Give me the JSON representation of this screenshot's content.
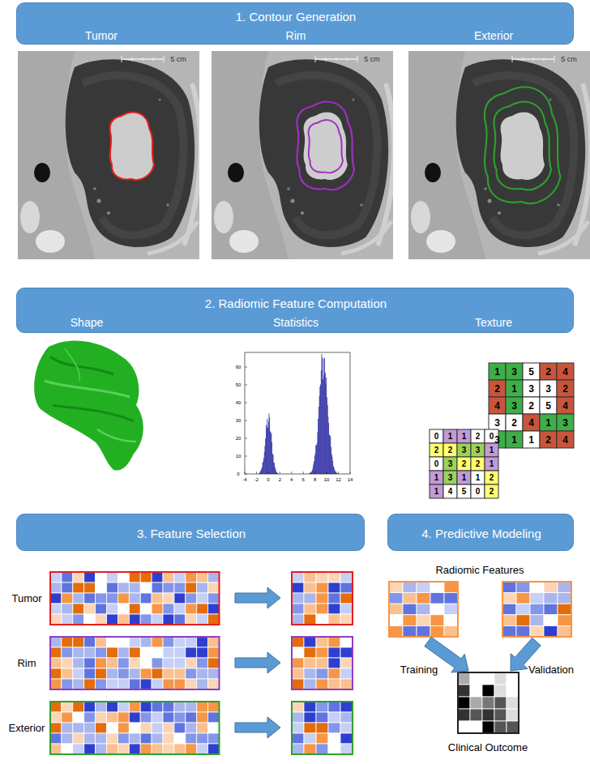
{
  "diagram": {
    "nodes": [
      {
        "text": [
          "1. Contour Generation",
          "Tumor",
          "Rim",
          "Exterior"
        ]
      },
      {
        "text": [
          "2. Radiomic Feature Computation",
          "Shape",
          "Statistics",
          "Texture"
        ]
      },
      {
        "text": [
          "3. Feature Selection"
        ]
      },
      {
        "text": [
          "4. Predictive Modeling"
        ]
      }
    ],
    "labels": [
      "5 cm",
      "5 cm",
      "5 cm",
      "-4",
      "-2",
      "0",
      "2",
      "4",
      "6",
      "8",
      "10",
      "12",
      "14",
      "0",
      "10",
      "20",
      "30",
      "40",
      "50",
      "60",
      "1",
      "3",
      "5",
      "2",
      "4",
      "2",
      "1",
      "3",
      "3",
      "2",
      "4",
      "3",
      "2",
      "5",
      "4",
      "3",
      "2",
      "4",
      "1",
      "3",
      "3",
      "1",
      "1",
      "2",
      "4",
      "0",
      "1",
      "1",
      "2",
      "0",
      "2",
      "2",
      "3",
      "3",
      "1",
      "0",
      "3",
      "2",
      "2",
      "1",
      "1",
      "3",
      "1",
      "1",
      "2",
      "1",
      "4",
      "5",
      "0",
      "2",
      "Tumor",
      "Rim",
      "Exterior",
      "Radiomic Features",
      "Training",
      "Validation",
      "Clinical Outcome"
    ]
  }
}
